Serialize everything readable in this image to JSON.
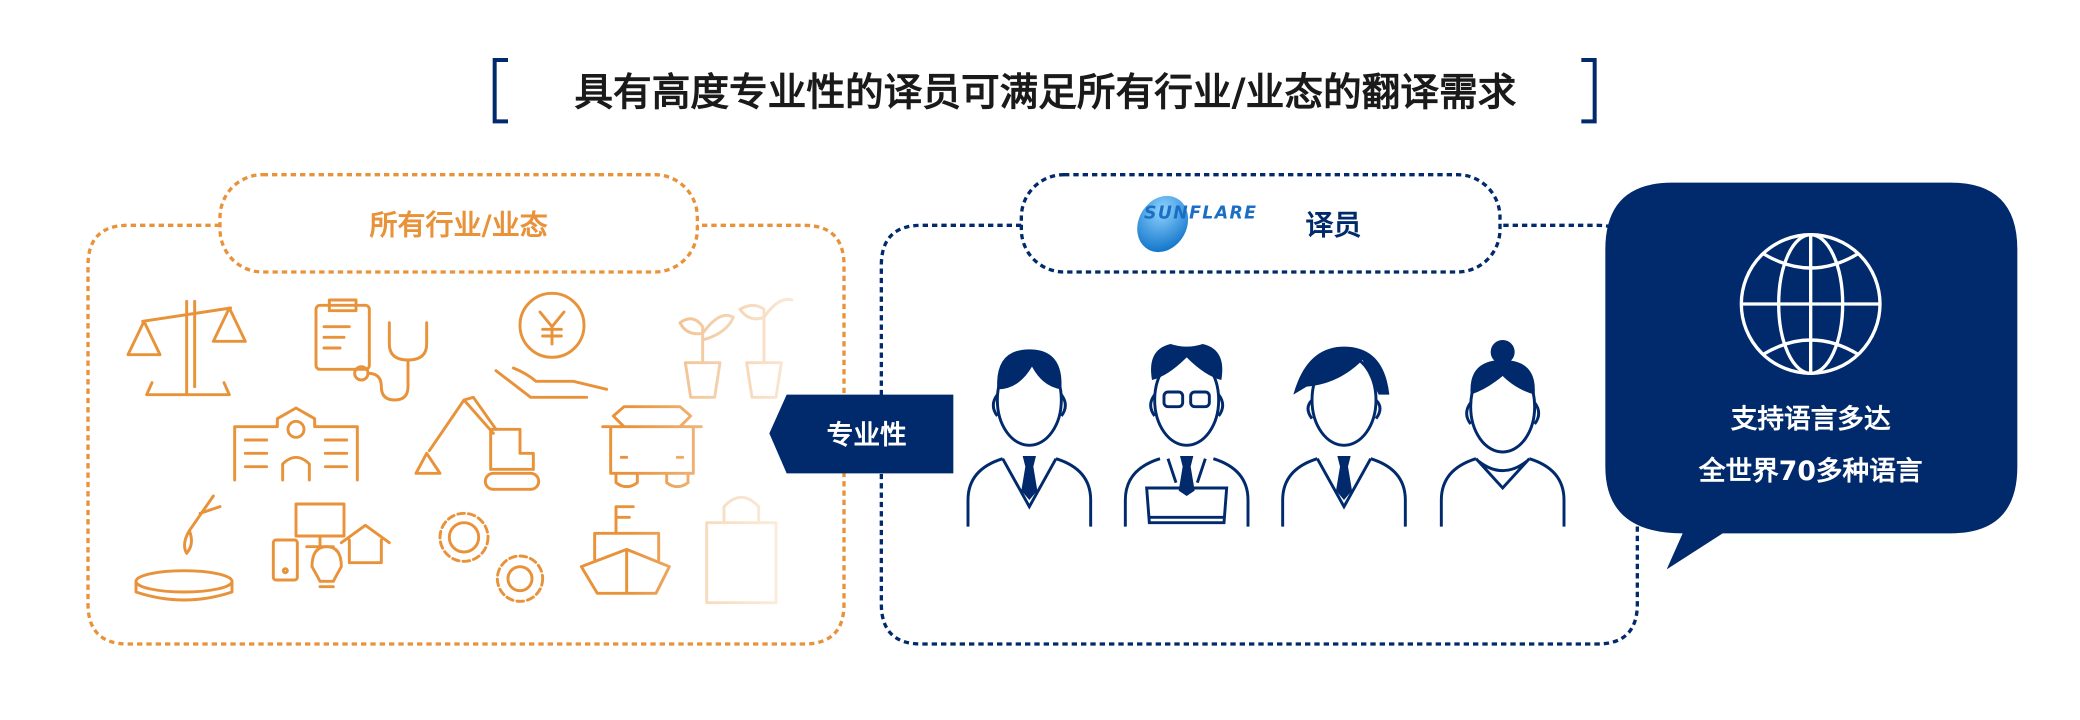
{
  "title": "具有高度专业性的译员可满足所有行业/业态的翻译需求",
  "industries": {
    "label": "所有行业/业态",
    "icons": [
      "scales-icon",
      "medical-clipboard-stethoscope-icon",
      "yen-coin-hand-icon",
      "plant-sprouts-icon",
      "hospital-building-icon",
      "excavator-icon",
      "car-icon",
      "dropper-dish-icon",
      "devices-house-icon",
      "gears-icon",
      "ship-icon",
      "shopping-bag-icon"
    ]
  },
  "translators": {
    "logo_text": "SUNFLARE",
    "label": "译员",
    "badge": "专业性",
    "people": [
      "man-with-tie",
      "man-with-glasses-laptop",
      "woman-with-tie",
      "woman-with-bun"
    ]
  },
  "languages": {
    "line1": "支持语言多达",
    "line2": "全世界70多种语言"
  },
  "colors": {
    "orange": "#e8923a",
    "navy": "#002a6b",
    "logo_blue": "#1a8fd8"
  }
}
